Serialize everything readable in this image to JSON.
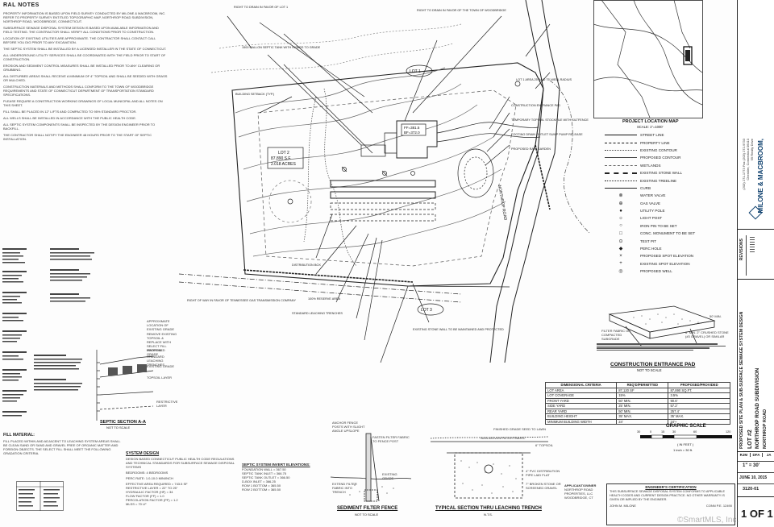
{
  "notes": {
    "heading": "RAL NOTES",
    "paragraphs": [
      "PROPERTY INFORMATION IS BASED UPON FIELD SURVEY CONDUCTED BY MILONE & MACBROOM, INC. REFER TO PROPERTY SURVEY ENTITLED TOPOGRAPHIC MAP, NORTHROP ROAD SUBDIVISION, NORTHROP ROAD, WOODBRIDGE, CONNECTICUT.",
      "SUBSURFACE SEWAGE DISPOSAL SYSTEM DESIGN IS BASED UPON AVAILABLE INFORMATION AND FIELD TESTING. THE CONTRACTOR SHALL VERIFY ALL CONDITIONS PRIOR TO CONSTRUCTION.",
      "LOCATION OF EXISTING UTILITIES ARE APPROXIMATE. THE CONTRACTOR SHALL CONTACT CALL BEFORE YOU DIG PRIOR TO ANY EXCAVATION.",
      "THE SEPTIC SYSTEM SHALL BE INSTALLED BY A LICENSED INSTALLER IN THE STATE OF CONNECTICUT.",
      "ALL UNDERGROUND UTILITY SERVICES SHALL BE COORDINATED WITH THE FIELD PRIOR TO START OF CONSTRUCTION.",
      "EROSION AND SEDIMENT CONTROL MEASURES SHALL BE INSTALLED PRIOR TO ANY CLEARING OR GRUBBING.",
      "ALL DISTURBED AREAS SHALL RECEIVE A MINIMUM OF 4\" TOPSOIL AND SHALL BE SEEDED WITH GRASS OR MULCHED.",
      "CONSTRUCTION MATERIALS AND METHODS SHALL CONFORM TO THE TOWN OF WOODBRIDGE REQUIREMENTS AND STATE OF CONNECTICUT DEPARTMENT OF TRANSPORTATION STANDARD SPECIFICATIONS.",
      "PLEASE REQUIRE A CONSTRUCTION WORKING DRAWINGS OF LOCAL MUNICIPAL AND ALL NOTES ON THIS SHEET.",
      "FILL SHALL BE PLACED IN 12\" LIFTS AND COMPACTED TO 95% STANDARD PROCTOR.",
      "ALL WELLS SHALL BE INSTALLED IN ACCORDANCE WITH THE PUBLIC HEALTH CODE.",
      "ALL SEPTIC SYSTEM COMPONENTS SHALL BE INSPECTED BY THE DESIGN ENGINEER PRIOR TO BACKFILL.",
      "THE CONTRACTOR SHALL NOTIFY THE ENGINEER 48 HOURS PRIOR TO THE START OF SEPTIC INSTALLATION."
    ],
    "fill_heading": "FILL MATERIAL:",
    "fill_text": "FILL PLACED WITHIN AND ADJACENT TO LEACHING SYSTEM AREAS SHALL BE CLEAN SAND OR SAND AND GRAVEL FREE OF ORGANIC MATTER AND FOREIGN OBJECTS. THE SELECT FILL SHALL MEET THE FOLLOWING GRADATION CRITERIA."
  },
  "plan": {
    "lot1": "LOT 1",
    "lot2_name": "LOT 2",
    "lot2_area_sf": "87,890 S.F.",
    "lot2_area_ac": "2.018 ACRES",
    "lot3": "LOT 3",
    "ff_elev": "FF=381.5",
    "bf_elev": "BF=372.0",
    "callouts": [
      "RIGHT TO DRAIN IN FAVOR OF LOT 1",
      "1500 GALLON SEPTIC TANK WITH RISERS TO GRADE",
      "BUILDING SETBACK (TYP.)",
      "CONSTRUCTION ENTRANCE PAD",
      "TEMPORARY TOPSOIL STOCKPILE WITH SILTFENCE",
      "FOOTING DRAIN OUTLET SUMP PUMP RELEASE",
      "PROPOSED RAIN GARDEN",
      "DISTRIBUTION BOX",
      "EXISTING STONE WALL TO BE MAINTAINED AND PROTECTED",
      "RIGHT OF WAY IN FAVOR OF TENNESSEE GAS TRANSMISSION COMPANY",
      "100% RESERVE AREA",
      "STANDARD LEACHING TRENCHES",
      "RIGHT TO DRAIN IN FAVOR OF THE TOWN OF WOODBRIDGE",
      "LOT 1 AREA 25' AND 75' WELL RADIUS"
    ],
    "road": "NORTHROP ROAD"
  },
  "location_map": {
    "title": "PROJECT LOCATION MAP",
    "scale": "SCALE: 1\"=1000'"
  },
  "legend": {
    "items": [
      "STREET LINE",
      "PROPERTY LINE",
      "EXISTING CONTOUR",
      "PROPOSED CONTOUR",
      "WETLANDS",
      "EXISTING STONE WALL",
      "EXISTING TREELINE",
      "CURB",
      "WATER VALVE",
      "GAS VALVE",
      "UTILITY POLE",
      "LIGHT POST",
      "IRON PIN TO BE SET",
      "CONC. MONUMENT TO BE SET",
      "TEST PIT",
      "PERC HOLE",
      "PROPOSED SPOT ELEVATION",
      "EXISTING SPOT ELEVATION",
      "PROPOSED WELL"
    ]
  },
  "entrance_pad": {
    "title": "CONSTRUCTION ENTRANCE PAD",
    "subtitle": "NOT TO SCALE",
    "notes": [
      "FILTER FABRIC ON COMPACTED SUBGRADE",
      "6\" MIN. 2\" CRUSHED STONE (#3 GRAVEL) OR SIMILAR",
      "50' MIN."
    ]
  },
  "criteria_table": {
    "headers": [
      "DIMENSIONAL CRITERIA",
      "REQ'D/PERMITTED",
      "PROPOSED/PROVIDED"
    ],
    "rows": [
      [
        "LOT AREA",
        "87,120 SF",
        "87,890 SQ.FT."
      ],
      [
        "LOT COVERAGE",
        "15%",
        "3.5%"
      ],
      [
        "FRONT YARD",
        "50' MIN.",
        "90.6'"
      ],
      [
        "SIDE YARD",
        "25' MIN.",
        "57.2'"
      ],
      [
        "REAR YARD",
        "50' MIN.",
        "257.4'"
      ],
      [
        "BUILDING HEIGHT",
        "35' MAX.",
        "35' MAX."
      ],
      [
        "MINIMUM BUILDING WIDTH",
        "24'",
        "24'+"
      ]
    ]
  },
  "graphic_scale": {
    "title": "GRAPHIC SCALE",
    "ticks": [
      "30",
      "0",
      "15",
      "30",
      "60",
      "120"
    ],
    "unit": "( IN FEET )",
    "ratio": "1 inch = 30 ft."
  },
  "septic_section": {
    "title": "SEPTIC SECTION A-A",
    "subtitle": "NOT TO SCALE",
    "labels": [
      "APPROXIMATE LOCATION OF EXISTING GRADE",
      "REMOVE EXISTING TOPSOIL & REPLACE WITH SELECT FILL MATERIAL",
      "PROPOSED GRADE",
      "STANDARD LEACHING TRENCHES",
      "EXISTING GRADE",
      "TOPSOIL LAYER",
      "RESTRICTIVE LAYER"
    ]
  },
  "system_design": {
    "title": "SYSTEM DESIGN",
    "lines": [
      "DESIGN BASED CONNECTICUT PUBLIC HEALTH CODE REGULATIONS AND TECHNICAL STANDARDS FOR SUBSURFACE SEWAGE DISPOSAL SYSTEMS",
      "BEDROOMS: 4 BEDROOMS",
      "PERC RATE: 1.0-10.0 MIN/INCH",
      "EFFECTIVE AREA REQUIRED = 743.5 SF",
      "RESTRICTIVE LAYER = 22\" TO 25\"",
      "HYDRAULIC FACTOR (HF) = 34",
      "FLOW FACTOR (FF) = 1.0",
      "PERCOLATION FACTOR (PF) = 1.2",
      "MLSS = 70 LF"
    ],
    "inverts_title": "SEPTIC SYSTEM INVERT ELEVATIONS:",
    "inverts": [
      "FOUNDATION WALL = 367.50",
      "SEPTIC TANK INLET = 366.75",
      "SEPTIC TANK OUTLET = 366.50",
      "D-BOX INLET = 366.25",
      "ROW 1 BOTTOM = 365.50",
      "ROW 2 BOTTOM = 365.50"
    ]
  },
  "sediment_fence": {
    "title": "SEDIMENT FILTER FENCE",
    "subtitle": "NOT TO SCALE",
    "labels": [
      "ANCHOR FENCE POSTS WITH SLIGHT ANGLE UPSLOPE",
      "FASTEN FILTER FABRIC TO FENCE POST",
      "EXTEND FILTER FABRIC INTO TRENCH",
      "EXISTING GRADE"
    ]
  },
  "leaching_trench": {
    "title": "TYPICAL SECTION THRU LEACHING TRENCH",
    "subtitle": "N.T.S.",
    "labels": [
      "FINISHED GRADE SEED TO LAWN",
      "NON-WOVEN FILTER FABRIC",
      "6\" TOPSOIL",
      "4\" PVC DISTRIBUTION PIPE LAID FLAT",
      "7\" BROKEN STONE OR SCREENED GRAVEL"
    ]
  },
  "engineer": {
    "title": "ENGINEER'S CERTIFICATION",
    "text": "THIS SUBSURFACE SEWAGE DISPOSAL SYSTEM CONFORMS TO APPLICABLE HEALTH CODES AND CURRENT DESIGN PRACTICE. NO OTHER WARRANTY IS GIVEN OR IMPLIED BY THE ENGINEER.",
    "name": "JOHN M. MILONE",
    "license": "CONN P.E. 12490"
  },
  "owner_block": {
    "lines": [
      "APPLICANT/OWNER",
      "NORTHROP ROAD PROPERTIES, LLC",
      "WOODBRIDGE, CT"
    ]
  },
  "title_block": {
    "firm": "MILONE & MACBROOM,",
    "firm_address": [
      "99 Realty Drive",
      "Cheshire, Connecticut 06410",
      "(203) 271-1773 Fax (203) 272-9733"
    ],
    "revisions_label": "REVISIONS",
    "sheet_title": "PROPOSED SITE PLAN & SUB-SURFACE SEWAGE SYSTEM DESIGN",
    "lot": "LOT #2",
    "subdivision": "NORTHROP ROAD SUBDIVISION",
    "road": "NORTHROP ROAD",
    "drawn_labels": [
      "RJM",
      "DFA",
      "JA"
    ],
    "scale": "1\" = 30'",
    "date": "JUNE 10, 2015",
    "project_no": "3120-01",
    "sheet": "1 OF 1"
  },
  "watermark": "©SmartMLS, Inc."
}
